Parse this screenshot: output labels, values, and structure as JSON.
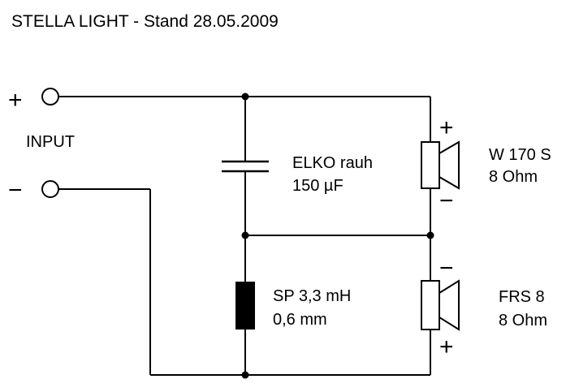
{
  "title": "STELLA LIGHT - Stand 28.05.2009",
  "input": {
    "label": "INPUT",
    "plus_sign": "+",
    "minus_sign": "−"
  },
  "capacitor": {
    "line1": "ELKO rauh",
    "line2": "150 µF"
  },
  "inductor": {
    "line1": "SP 3,3 mH",
    "line2": "0,6 mm"
  },
  "tweeter_speaker": {
    "line1": "W 170 S",
    "line2": "8 Ohm",
    "top_sign": "+",
    "bottom_sign": "−"
  },
  "lower_speaker": {
    "line1": "FRS 8",
    "line2": "8 Ohm",
    "top_sign": "−",
    "bottom_sign": "+"
  }
}
